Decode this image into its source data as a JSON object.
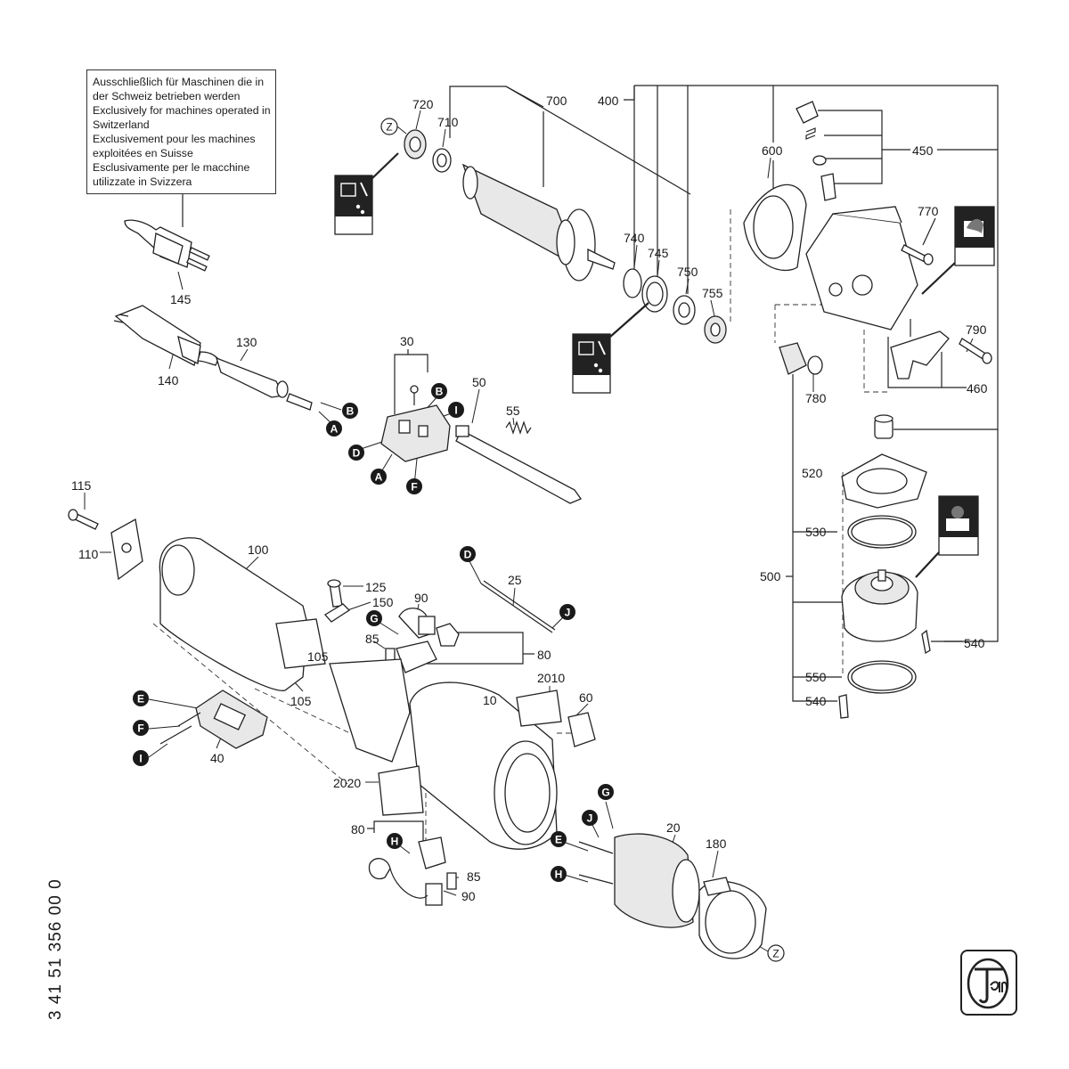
{
  "notice": {
    "lines": [
      "Ausschließlich für Maschinen die in",
      "der Schweiz betrieben werden",
      "Exclusively for machines operated in",
      "Switzerland",
      "Exclusivement pour les machines",
      "exploitées en Suisse",
      "Esclusivamente per le macchine",
      "utilizzate in Svizzera"
    ]
  },
  "document_number": "3 41 51 356 00 0",
  "part_numbers": {
    "p720": "720",
    "p710": "710",
    "p700": "700",
    "p400": "400",
    "p600": "600",
    "p450": "450",
    "p770": "770",
    "p740": "740",
    "p745": "745",
    "p750": "750",
    "p755": "755",
    "p790": "790",
    "p780": "780",
    "p460": "460",
    "p145": "145",
    "p130": "130",
    "p140": "140",
    "p30": "30",
    "p50": "50",
    "p55": "55",
    "p520": "520",
    "p530": "530",
    "p500": "500",
    "p540a": "540",
    "p550": "550",
    "p540b": "540",
    "p115": "115",
    "p110": "110",
    "p100": "100",
    "p125": "125",
    "p150": "150",
    "p90a": "90",
    "p85a": "85",
    "p25": "25",
    "p80a": "80",
    "p105a": "105",
    "p105b": "105",
    "p2010": "2010",
    "p10": "10",
    "p60": "60",
    "p40": "40",
    "p2020": "2020",
    "p80b": "80",
    "p85b": "85",
    "p90b": "90",
    "p20": "20",
    "p180": "180"
  },
  "connector_labels": {
    "b1": "B",
    "a1": "A",
    "b2": "B",
    "i1": "I",
    "d1": "D",
    "a2": "A",
    "f1": "F",
    "d2": "D",
    "j1": "J",
    "g1": "G",
    "e1": "E",
    "f2": "F",
    "i2": "I",
    "g2": "G",
    "j2": "J",
    "e2": "E",
    "h1": "H",
    "h2": "H"
  },
  "reference_marks": {
    "z1": "Z",
    "z2": "Z"
  },
  "icons": [
    "grease-lubrication-icon",
    "oil-lubrication-icon",
    "grease-cup-icon",
    "fein-logo-icon"
  ]
}
